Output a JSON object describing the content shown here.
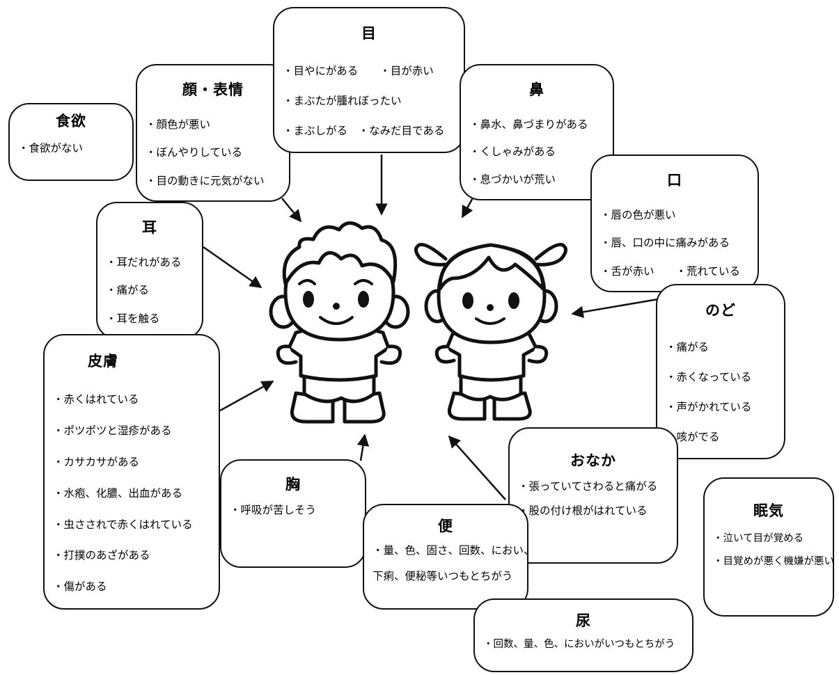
{
  "boxes": {
    "appetite": {
      "title": "食欲",
      "lines": [
        "・食欲がない"
      ]
    },
    "face": {
      "title": "顔・表情",
      "lines": [
        "・顔色が悪い",
        "・ぼんやりしている",
        "・目の動きに元気がない"
      ]
    },
    "eyes": {
      "title": "目",
      "lines": [
        "・目やにがある　　・目が赤い",
        "・まぶたが腫れぼったい",
        "・まぶしがる　・なみだ目である"
      ]
    },
    "nose": {
      "title": "鼻",
      "lines": [
        "・鼻水、鼻づまりがある",
        "・くしゃみがある",
        "・息づかいが荒い"
      ]
    },
    "mouth": {
      "title": "口",
      "lines": [
        "・唇の色が悪い",
        "・唇、口の中に痛みがある",
        "・舌が赤い　　・荒れている"
      ]
    },
    "ears": {
      "title": "耳",
      "lines": [
        "・耳だれがある",
        "・痛がる",
        "・耳を触る"
      ]
    },
    "throat": {
      "title": "のど",
      "lines": [
        "・痛がる",
        "・赤くなっている",
        "・声がかれている",
        "・咳がでる"
      ]
    },
    "skin": {
      "title": "皮膚",
      "lines": [
        "・赤くはれている",
        "・ポツポツと湿疹がある",
        "・カサカサがある",
        "・水疱、化膿、出血がある",
        "・虫さされで赤くはれている",
        "・打撲のあざがある",
        "・傷がある"
      ]
    },
    "chest": {
      "title": "胸",
      "lines": [
        "・呼吸が苦しそう"
      ]
    },
    "stool": {
      "title": "便",
      "lines": [
        "・量、色、固さ、回数、におい、",
        "下痢、便秘等いつもとちがう"
      ]
    },
    "tummy": {
      "title": "おなか",
      "lines": [
        "・張っていてさわると痛がる",
        "・股の付け根がはれている"
      ]
    },
    "sleep": {
      "title": "眠気",
      "lines": [
        "・泣いて目が覚める",
        "・目覚めが悪く機嫌が悪い"
      ]
    },
    "urine": {
      "title": "尿",
      "lines": [
        "・回数、量、色、においがいつもとちがう"
      ]
    }
  }
}
